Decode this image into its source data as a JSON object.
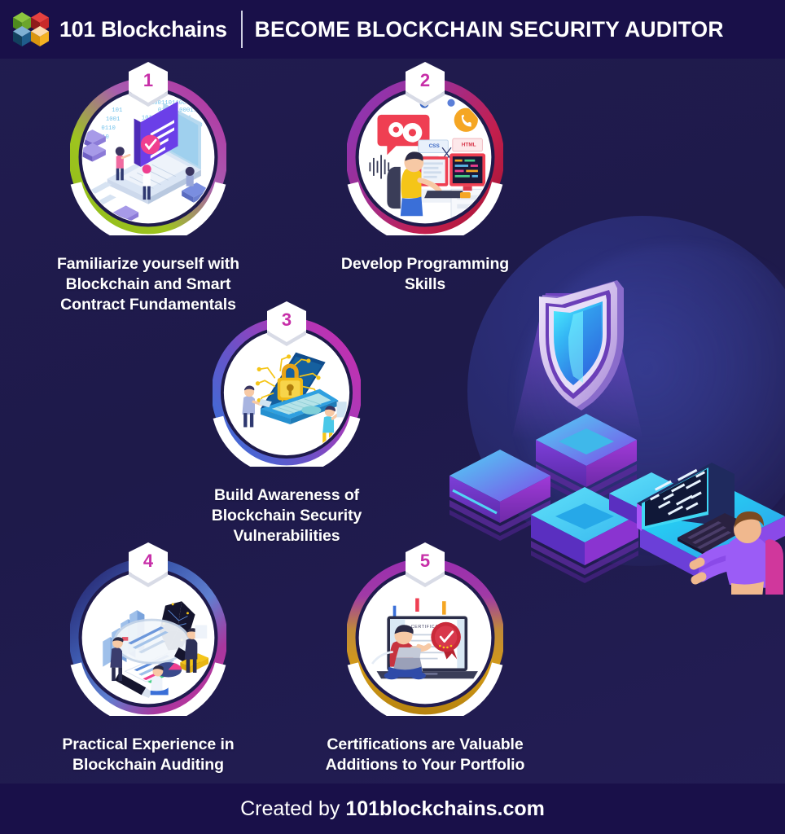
{
  "header": {
    "brand": "101 Blockchains",
    "title": "BECOME BLOCKCHAIN SECURITY AUDITOR",
    "logo_icon": "blockchain-cubes-logo-icon",
    "divider_icon": "vertical-divider-icon",
    "bg_color": "#191049",
    "logo_cube_colors": [
      "#6ba52b",
      "#d42b2b",
      "#1f5d8c",
      "#f4b223"
    ]
  },
  "background": {
    "page_color": "#1e1a4a",
    "accent_circle_color": "#2e3282"
  },
  "steps": [
    {
      "number": "1",
      "caption": "Familiarize yourself with Blockchain and Smart Contract Fundamentals",
      "ring_from": "#b42fa0",
      "ring_to": "#9ec41f",
      "art_icon": "laptop-smart-contract-icon"
    },
    {
      "number": "2",
      "caption": "Develop Programming Skills",
      "ring_from": "#8e35b3",
      "ring_to": "#b81e45",
      "art_icon": "programmer-workstation-icon"
    },
    {
      "number": "3",
      "caption": "Build Awareness of Blockchain Security Vulnerabilities",
      "ring_from": "#c42fb0",
      "ring_to": "#3a6fd8",
      "art_icon": "laptop-padlock-security-icon"
    },
    {
      "number": "4",
      "caption": "Practical Experience in Blockchain Auditing",
      "ring_from": "#2a2f7a",
      "ring_to": "#c4339c",
      "art_icon": "magnifier-audit-report-icon"
    },
    {
      "number": "5",
      "caption": "Certifications are Valuable Additions to Your Portfolio",
      "ring_from": "#9b2fae",
      "ring_to": "#d39a17",
      "art_icon": "certificate-laptop-award-icon"
    }
  ],
  "hero": {
    "illustration_icon": "isometric-shield-blockchain-blocks-developer-icon",
    "shield_color": "#35d4f5",
    "blocks_color": "#8b3fe0",
    "desk_color": "#1fd7f0",
    "person_shirt_color": "#9b5cf6",
    "chair_color": "#d0379c"
  },
  "footer": {
    "prefix": "Created by ",
    "site": "101blockchains.com",
    "bg_color": "#191049"
  }
}
